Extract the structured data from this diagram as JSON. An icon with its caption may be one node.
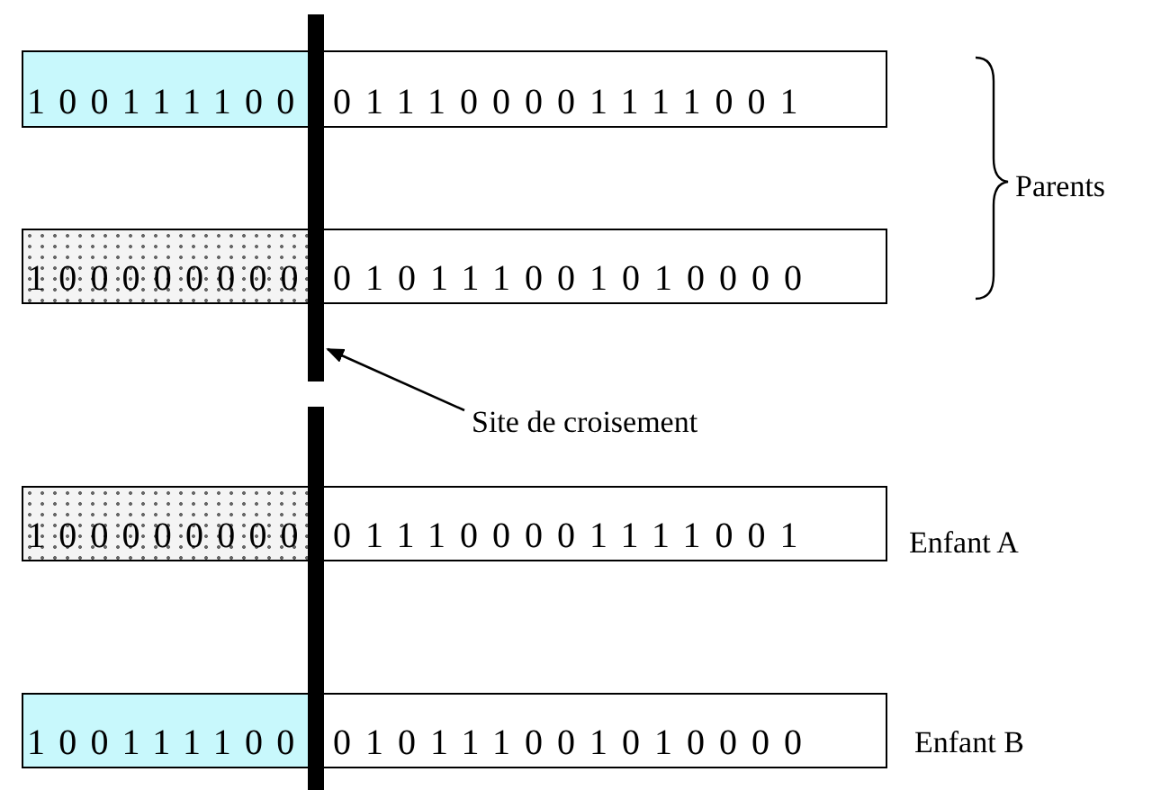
{
  "diagram": {
    "nodes": [
      {
        "text": [
          "100111100",
          "011100001111001"
        ]
      },
      {
        "text": [
          "100000000",
          "010111001010000"
        ]
      },
      {
        "text": [],
        "shape": "bar"
      },
      {
        "text": [
          "Site de croisement"
        ]
      },
      {
        "text": [],
        "shape": "bar"
      },
      {
        "text": [
          "100000000",
          "011100001111001"
        ],
        "beside": [
          "Enfant A"
        ]
      },
      {
        "text": [
          "100111100",
          "010111001010000"
        ],
        "beside": [
          "Enfant B"
        ]
      }
    ],
    "edges": [
      {
        "from": 3,
        "to": 2,
        "arrow": "to"
      }
    ],
    "labels": [
      "Parents"
    ]
  }
}
